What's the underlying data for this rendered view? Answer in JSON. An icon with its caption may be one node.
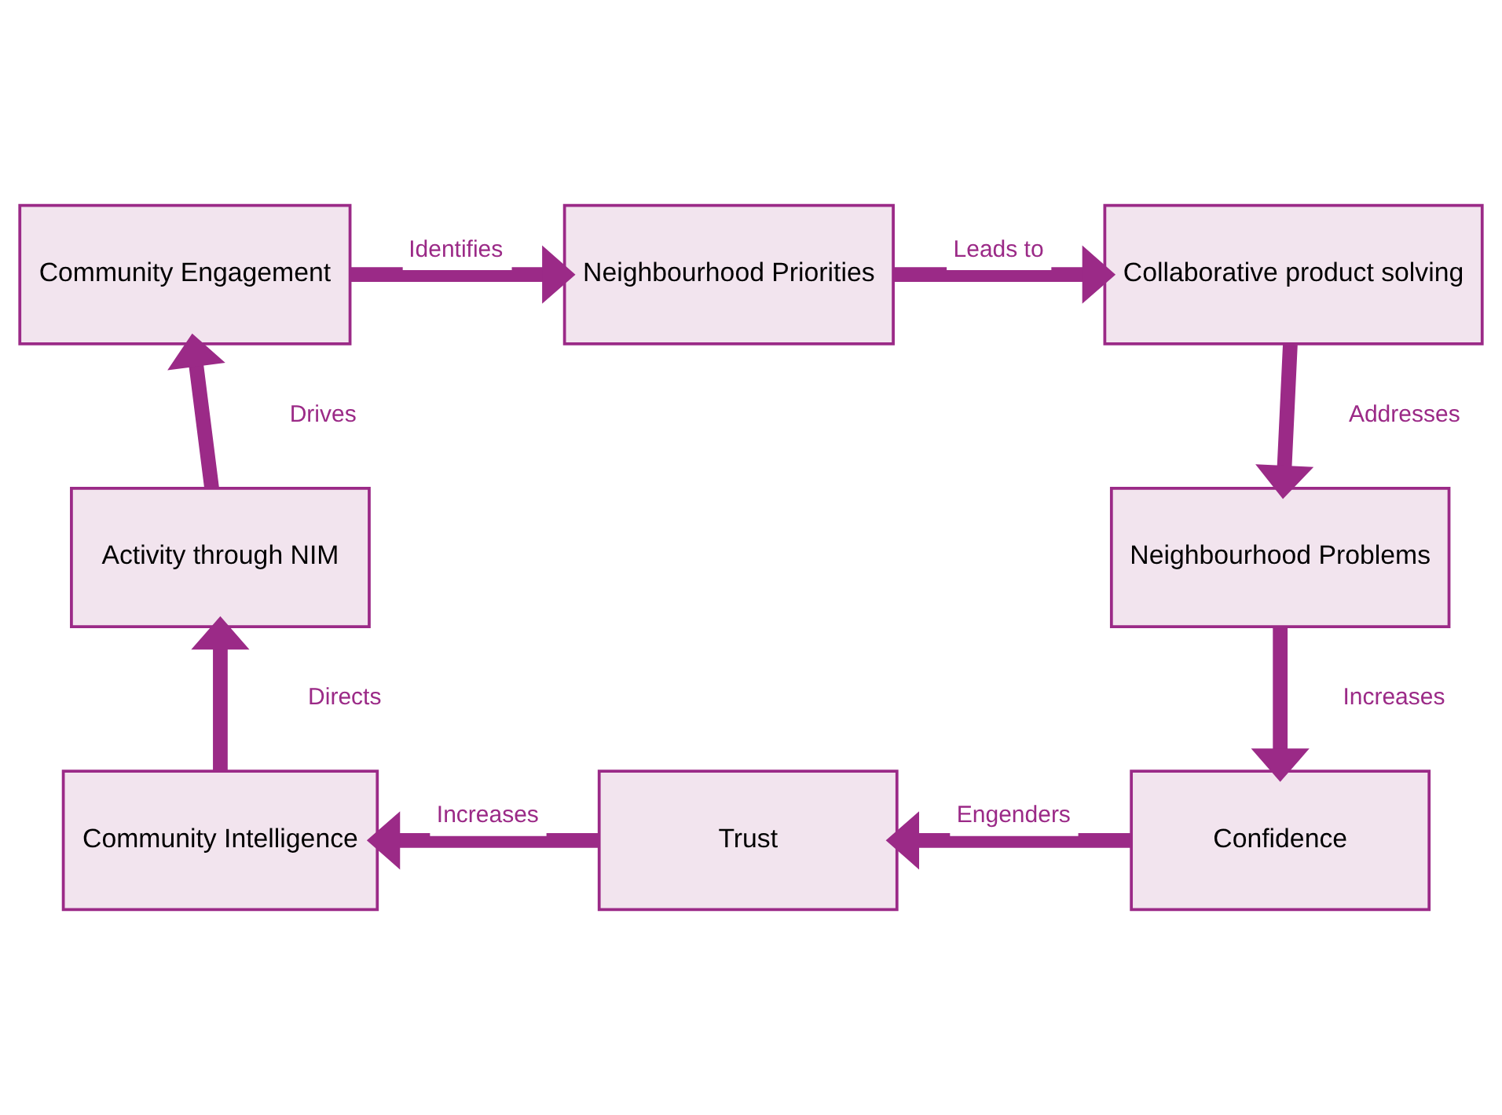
{
  "diagram": {
    "nodes": [
      {
        "text": [
          "Community Engagement"
        ]
      },
      {
        "text": [
          "Neighbourhood Priorities"
        ]
      },
      {
        "text": [
          "Collaborative product solving"
        ]
      },
      {
        "text": [
          "Activity through NIM"
        ]
      },
      {
        "text": [
          "Neighbourhood Problems"
        ]
      },
      {
        "text": [
          "Community Intelligence"
        ]
      },
      {
        "text": [
          "Trust"
        ]
      },
      {
        "text": [
          "Confidence"
        ]
      }
    ],
    "edges": [
      {
        "from": 0,
        "to": 1,
        "arrow": "to",
        "label": "Identifies"
      },
      {
        "from": 1,
        "to": 2,
        "arrow": "to",
        "label": "Leads to"
      },
      {
        "from": 2,
        "to": 4,
        "arrow": "to",
        "label": "Addresses"
      },
      {
        "from": 4,
        "to": 7,
        "arrow": "to",
        "label": "Increases"
      },
      {
        "from": 7,
        "to": 6,
        "arrow": "to",
        "label": "Engenders"
      },
      {
        "from": 6,
        "to": 5,
        "arrow": "to",
        "label": "Increases"
      },
      {
        "from": 5,
        "to": 3,
        "arrow": "to",
        "label": "Directs"
      },
      {
        "from": 3,
        "to": 0,
        "arrow": "to",
        "label": "Drives"
      }
    ]
  }
}
